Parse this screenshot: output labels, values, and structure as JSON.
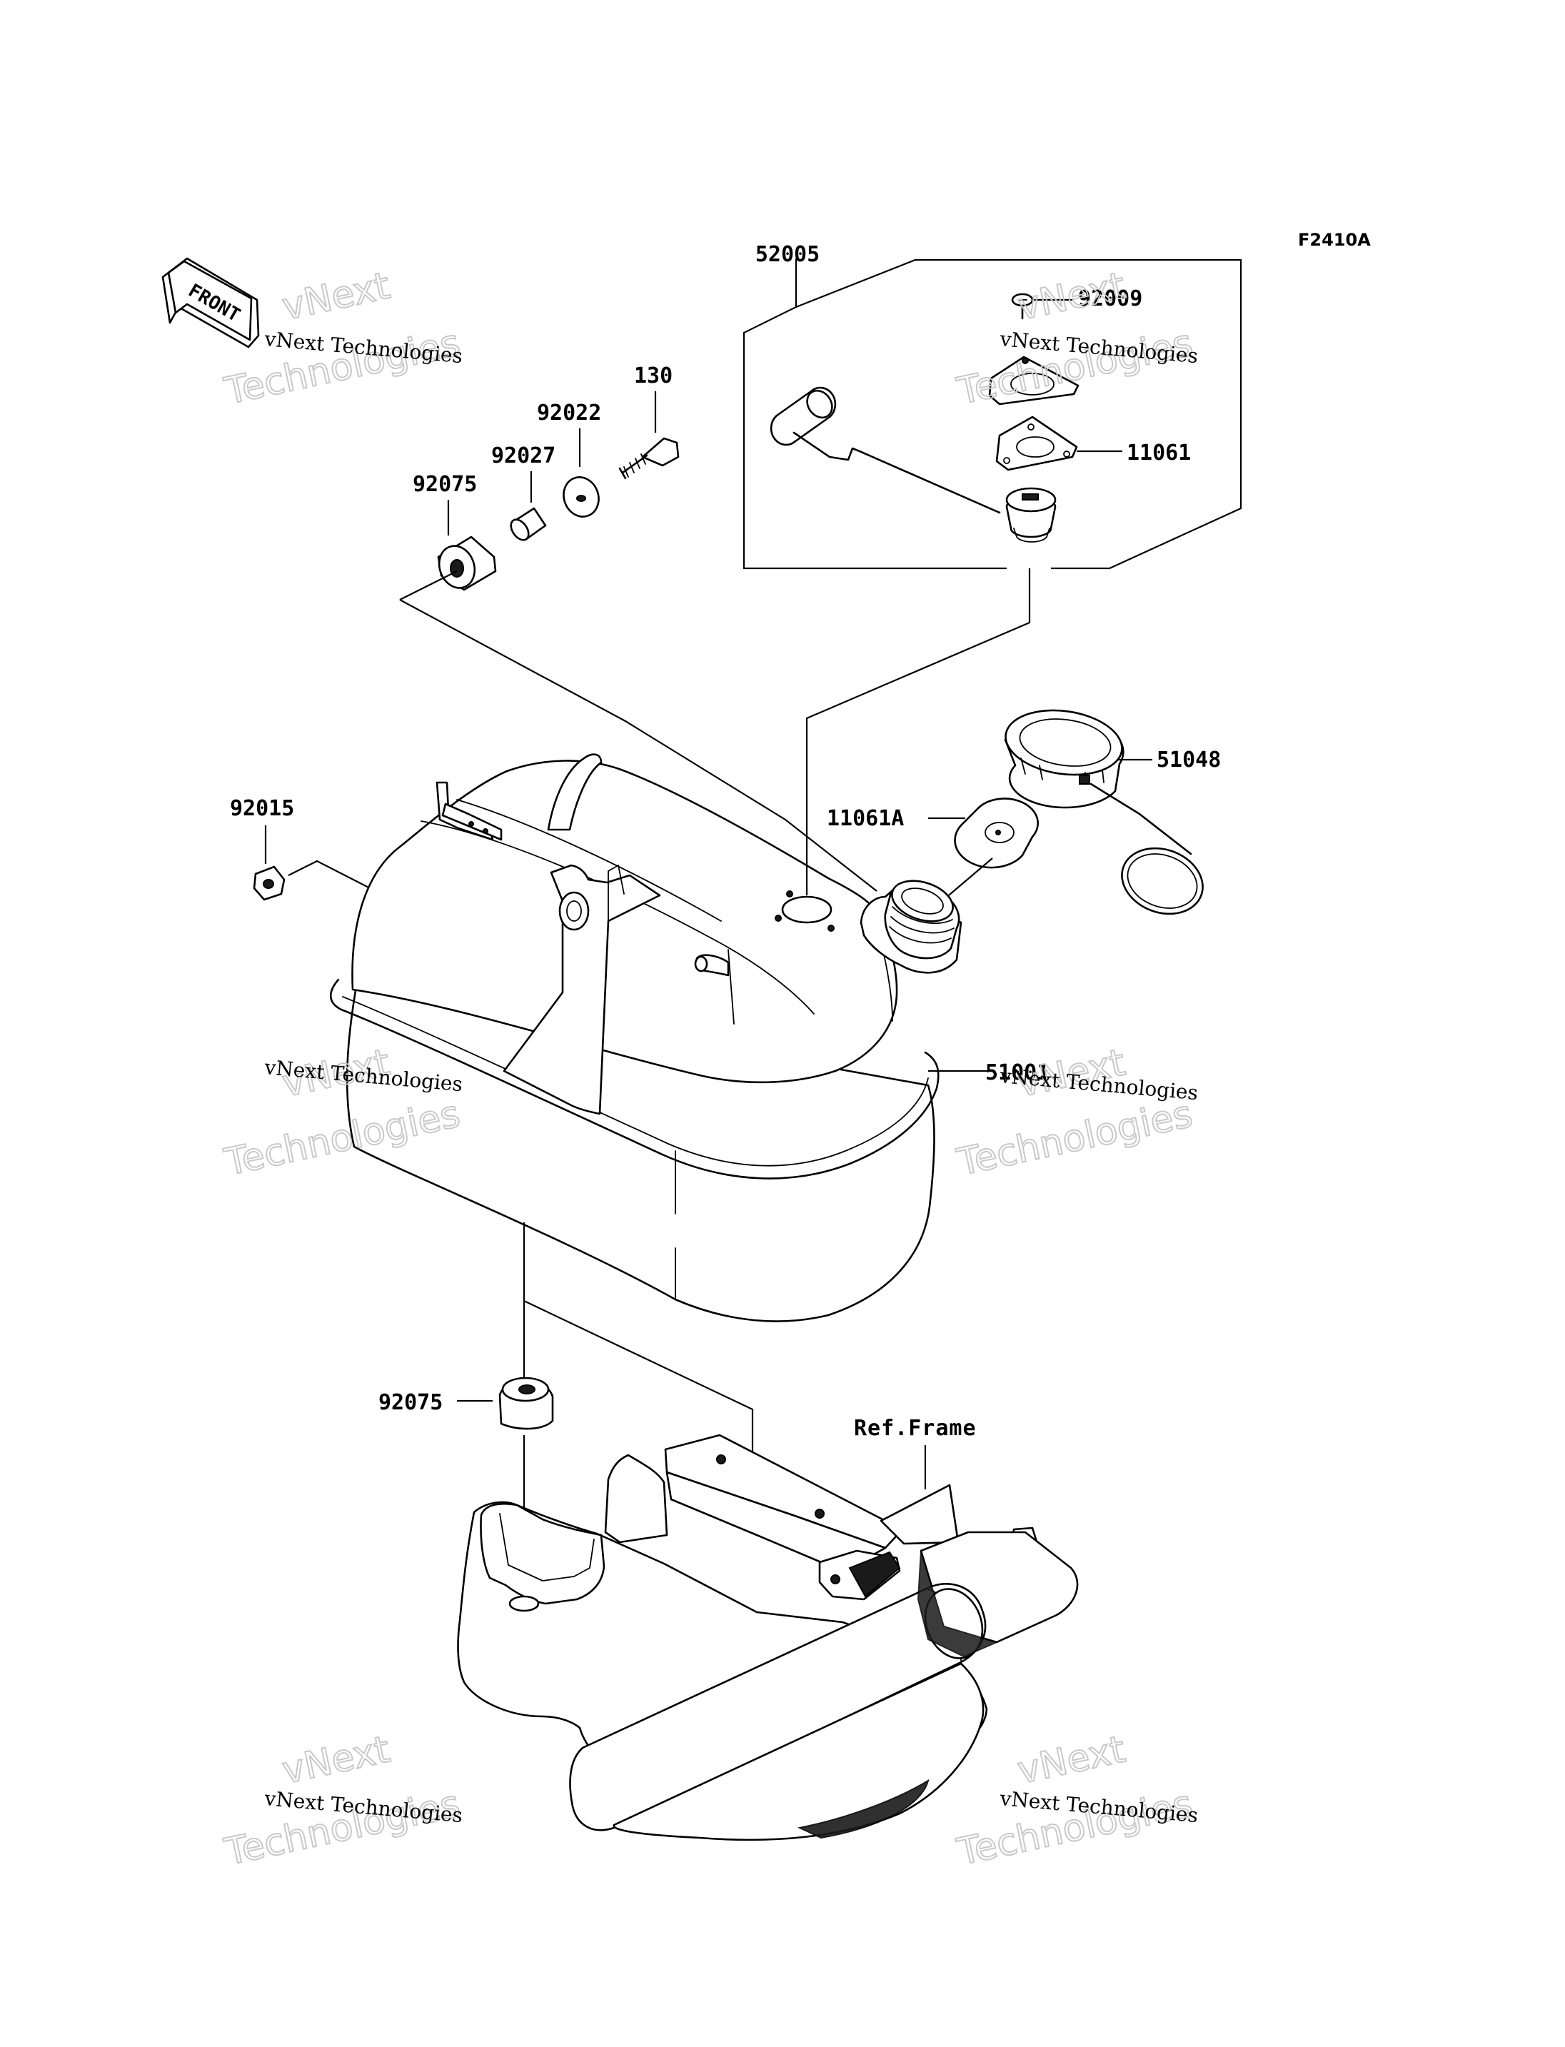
{
  "diagram_code": "F2410A",
  "front_indicator": "FRONT",
  "reference_label": "Ref.Frame",
  "part_labels": {
    "p52005": "52005",
    "p92009": "92009",
    "p11061": "11061",
    "p130": "130",
    "p92022": "92022",
    "p92027": "92027",
    "p92075_top": "92075",
    "p51048": "51048",
    "p11061A": "11061A",
    "p92015": "92015",
    "p51001": "51001",
    "p92075_bottom": "92075"
  },
  "watermark": {
    "line_small": "vNext Technologies",
    "line_big_1": "vNext",
    "line_big_2": "Technologies"
  }
}
